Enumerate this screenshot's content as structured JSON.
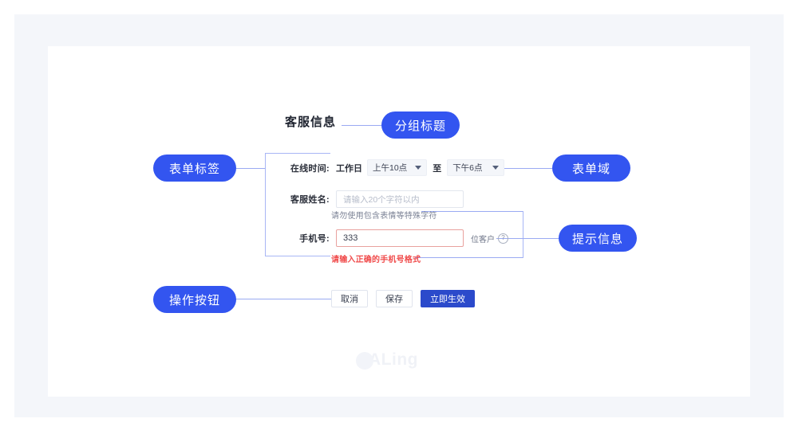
{
  "annotations": {
    "group_title_pill": "分组标题",
    "form_label_pill": "表单标签",
    "form_field_pill": "表单域",
    "hint_info_pill": "提示信息",
    "action_buttons_pill": "操作按钮"
  },
  "form": {
    "group_title": "客服信息",
    "rows": {
      "online_time": {
        "label": "在线时间:",
        "day_text": "工作日",
        "start_value": "上午10点",
        "separator": "至",
        "end_value": "下午6点"
      },
      "agent_name": {
        "label": "客服姓名:",
        "placeholder": "请输入20个字符以内",
        "helper": "请勿使用包含表情等特殊字符"
      },
      "phone": {
        "label": "手机号:",
        "value": "333",
        "suffix_text": "位客户",
        "suffix_icon": "question-circle-icon",
        "error": "请输入正确的手机号格式"
      }
    },
    "buttons": {
      "cancel": "取消",
      "save": "保存",
      "apply": "立即生效"
    }
  },
  "watermark": "ALing",
  "colors": {
    "pill_blue": "#3355f0",
    "primary_button": "#2b4acb",
    "connector": "#9aaaf2",
    "error_red": "#f04b4b",
    "error_border": "#e9a19e",
    "panel_bg": "#f4f6fa"
  }
}
